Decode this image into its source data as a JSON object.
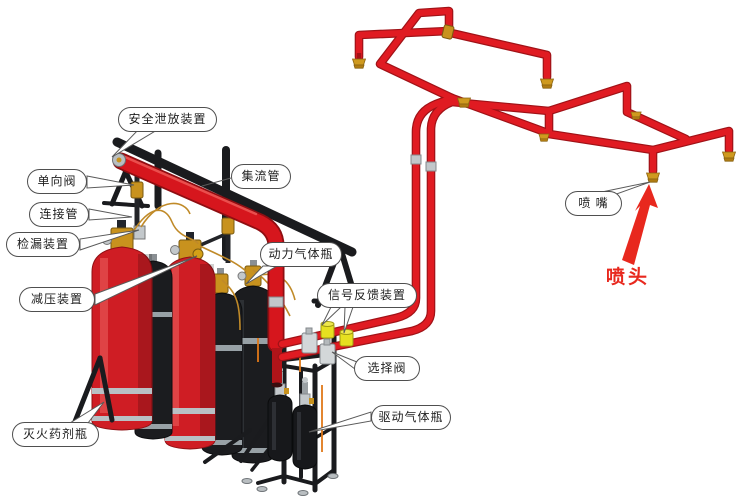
{
  "labels": {
    "safety_relief": "安全泄放装置",
    "check_valve": "单向阀",
    "connecting_pipe": "连接管",
    "leak_detector": "检漏装置",
    "pressure_reducer": "减压装置",
    "agent_bottle": "灭火药剂瓶",
    "manifold": "集流管",
    "power_gas_bottle": "动力气体瓶",
    "signal_feedback": "信号反馈装置",
    "selector_valve": "选择阀",
    "driving_gas_bottle": "驱动气体瓶",
    "nozzle": "喷 嘴",
    "spray_head": "喷头"
  },
  "colors": {
    "pipe_red": "#e01b22",
    "pipe_dark_red": "#a01217",
    "cylinder_red": "#cf1d24",
    "cylinder_black": "#1b1c1f",
    "band_gray": "#9aa4a8",
    "brass_gold": "#c8921e",
    "frame_black": "#1a1b1e",
    "valve_silver": "#c9cdd0",
    "signal_yellow": "#e6e020",
    "arrow_red": "#e8281e",
    "callout_border": "#4f4f4f",
    "background": "#ffffff"
  }
}
